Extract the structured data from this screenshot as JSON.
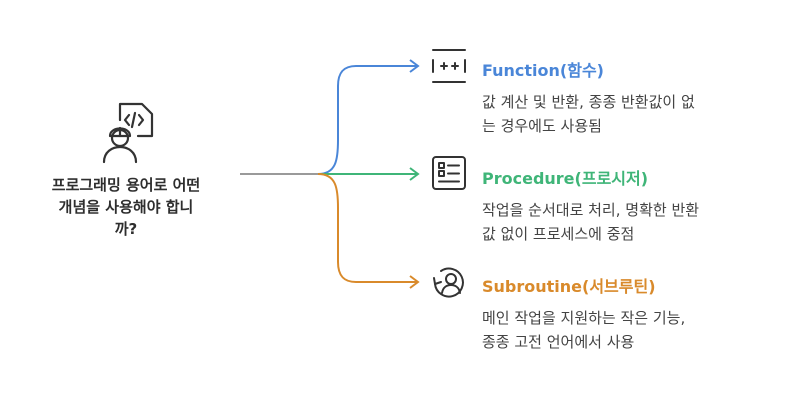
{
  "question": {
    "text_line1": "프로그래밍 용어로 어떤",
    "text_line2": "개념을 사용해야 합니",
    "text_line3": "까?",
    "icon": "developer-icon"
  },
  "branches": [
    {
      "title": "Function(함수)",
      "desc_line1": "값 계산 및 반환, 종종 반환값이 없",
      "desc_line2": "는 경우에도 사용됨",
      "color": "#4a86d8",
      "icon": "function-grid-icon"
    },
    {
      "title": "Procedure(프로시저)",
      "desc_line1": "작업을 순서대로 처리, 명확한 반환",
      "desc_line2": "값 없이 프로세스에 중점",
      "color": "#3fb578",
      "icon": "list-document-icon"
    },
    {
      "title": "Subroutine(서브루틴)",
      "desc_line1": "메인 작업을 지원하는 작은 기능,",
      "desc_line2": "종종 고전 언어에서 사용",
      "color": "#d98a2b",
      "icon": "user-cycle-icon"
    }
  ]
}
